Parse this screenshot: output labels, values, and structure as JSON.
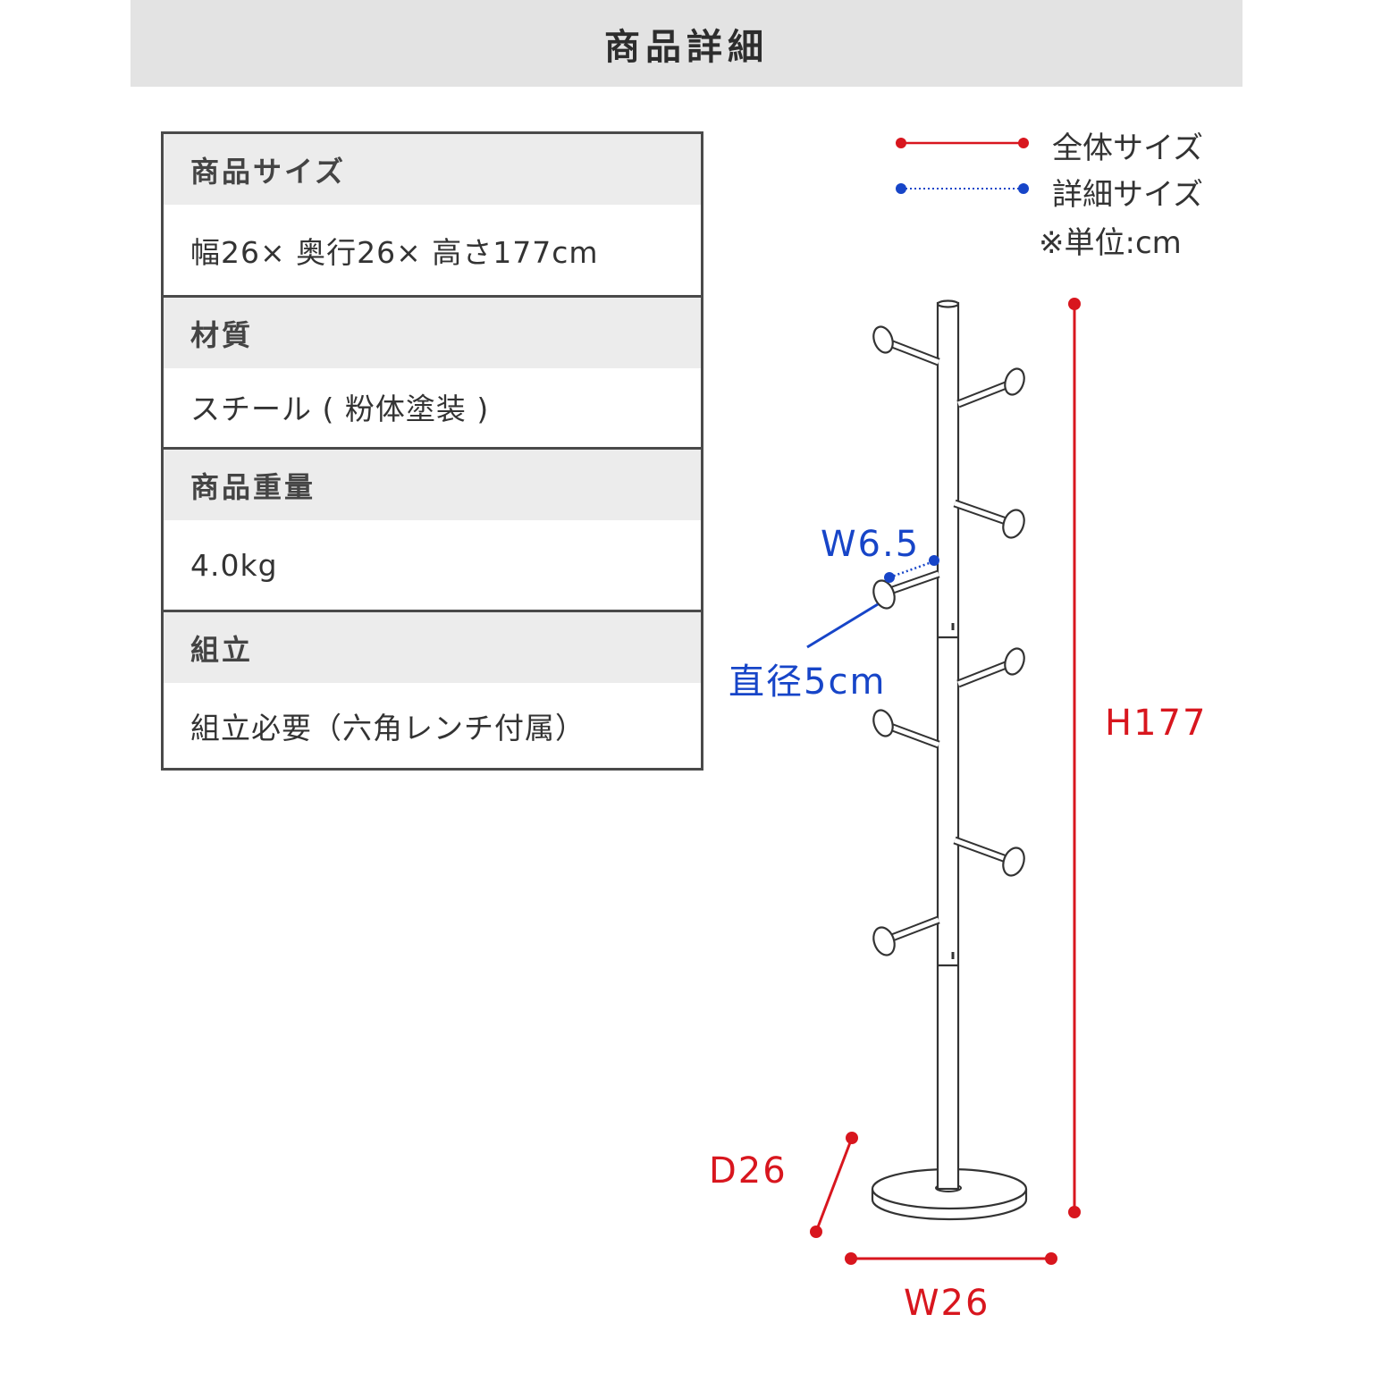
{
  "header": {
    "title": "商品詳細"
  },
  "specs": [
    {
      "label": "商品サイズ",
      "value": "幅26× 奥行26× 高さ177cm"
    },
    {
      "label": "材質",
      "value": "スチール ( 粉体塗装 )"
    },
    {
      "label": "商品重量",
      "value": "4.0kg"
    },
    {
      "label": "組立",
      "value": "組立必要（六角レンチ付属）"
    }
  ],
  "legend": {
    "overall": "全体サイズ",
    "detail": "詳細サイズ",
    "unit": "※単位:cm"
  },
  "dimensions": {
    "height": "H177",
    "width": "W26",
    "depth": "D26",
    "hook_width": "W6.5",
    "hook_diameter": "直径5cm"
  },
  "colors": {
    "overall_line": "#d8161e",
    "detail_line": "#1745c8",
    "product_stroke": "#333333"
  }
}
